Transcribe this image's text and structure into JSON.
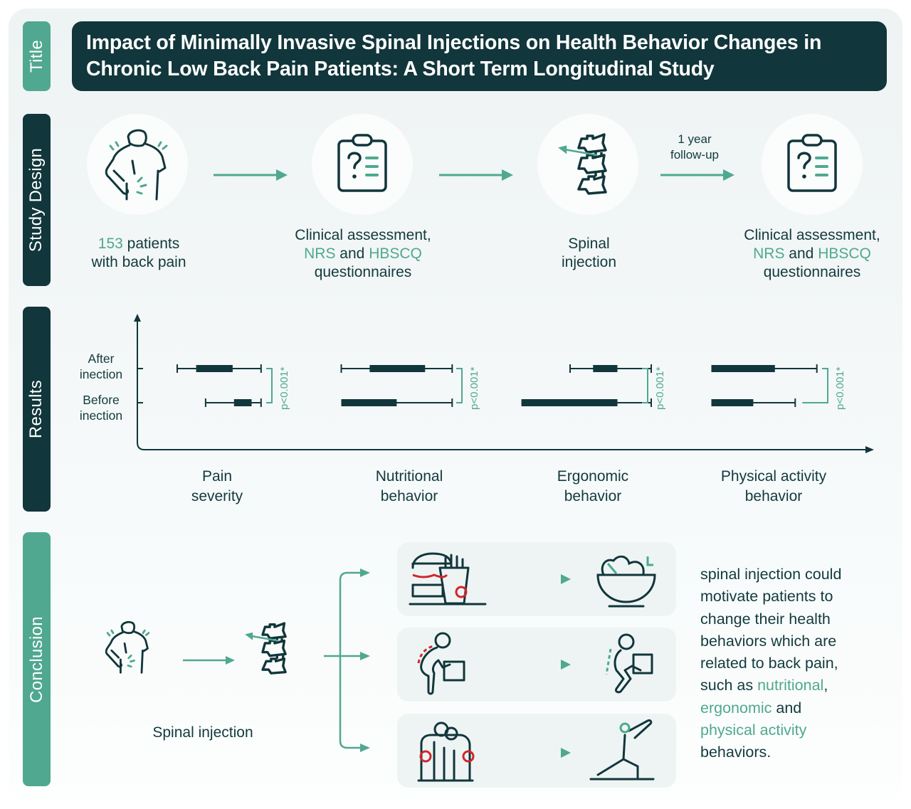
{
  "colors": {
    "dark": "#11363b",
    "accent": "#4fa88f",
    "red": "#d0272b",
    "background": "#eef3f4"
  },
  "sections": {
    "title": "Title",
    "study_design": "Study Design",
    "results": "Results",
    "conclusion": "Conclusion"
  },
  "title": {
    "line1": "Impact of Minimally Invasive Spinal Injections on Health Behavior Changes in",
    "line2": "Chronic Low Back Pain Patients: A Short Term Longitudinal Study"
  },
  "study_design": {
    "steps": [
      {
        "icon": "back-pain-person-icon",
        "accent": "153",
        "text_line1": " patients",
        "text_line2": "with back pain"
      },
      {
        "icon": "clipboard-questionnaire-icon",
        "line1": "Clinical assessment,",
        "accent1": "NRS",
        "mid": " and ",
        "accent2": "HBSCQ",
        "line3": "questionnaires"
      },
      {
        "icon": "spine-injection-icon",
        "line1": "Spinal",
        "line2": "injection"
      },
      {
        "icon": "clipboard-questionnaire-icon",
        "line1": "Clinical assessment,",
        "accent1": "NRS",
        "mid": " and ",
        "accent2": "HBSCQ",
        "line3": "questionnaires"
      }
    ],
    "followup_line1": "1 year",
    "followup_line2": "follow-up"
  },
  "chart_data": {
    "type": "boxplot",
    "title": "",
    "xlabel": "",
    "ylabel": "",
    "value_scale": "relative units (0-100 per category panel, estimated from marks; no numeric axis shown)",
    "groups": [
      "After inection",
      "Before inection"
    ],
    "y_tick_labels": [
      {
        "line1": "After",
        "line2": "inection"
      },
      {
        "line1": "Before",
        "line2": "inection"
      }
    ],
    "categories": [
      {
        "name_line1": "Pain",
        "name_line2": "severity",
        "after": {
          "min": 10,
          "q1": 24,
          "q3": 51,
          "max": 72
        },
        "before": {
          "min": 31,
          "q1": 52,
          "q3": 65,
          "max": 72
        },
        "p_value": "p<0.001*"
      },
      {
        "name_line1": "Nutritional",
        "name_line2": "behavior",
        "after": {
          "min": 5,
          "q1": 26,
          "q3": 67,
          "max": 87
        },
        "before": {
          "min": 5,
          "q1": 5,
          "q3": 46,
          "max": 87
        },
        "p_value": "p<0.001*"
      },
      {
        "name_line1": "Ergonomic",
        "name_line2": "behavior",
        "after": {
          "min": 40,
          "q1": 57,
          "q3": 75,
          "max": 100
        },
        "before": {
          "min": 4,
          "q1": 4,
          "q3": 75,
          "max": 100
        },
        "p_value": "p<0.001*"
      },
      {
        "name_line1": "Physical activity",
        "name_line2": "behavior",
        "after": {
          "min": 5,
          "q1": 5,
          "q3": 52,
          "max": 83
        },
        "before": {
          "min": 5,
          "q1": 5,
          "q3": 36,
          "max": 67
        },
        "p_value": "p<0.001*"
      }
    ]
  },
  "conclusion": {
    "spinal_label": "Spinal injection",
    "behaviors": [
      {
        "name": "nutritional",
        "before_icon": "burger-fries-icon",
        "after_icon": "salad-bowl-icon"
      },
      {
        "name": "ergonomic",
        "before_icon": "bent-lifting-icon",
        "after_icon": "squat-lifting-icon"
      },
      {
        "name": "physical-activity",
        "before_icon": "couch-potato-icon",
        "after_icon": "stretching-exercise-icon"
      }
    ],
    "text": {
      "l1": "spinal injection could",
      "l2": "motivate patients to",
      "l3": "change their health",
      "l4": "behaviors which are",
      "l5": "related to back pain,",
      "l6a": "such as ",
      "l6b": "nutritional",
      "l6c": ",",
      "l7a": "ergonomic",
      "l7b": " and",
      "l8": "physical activity",
      "l9": "behaviors."
    }
  }
}
